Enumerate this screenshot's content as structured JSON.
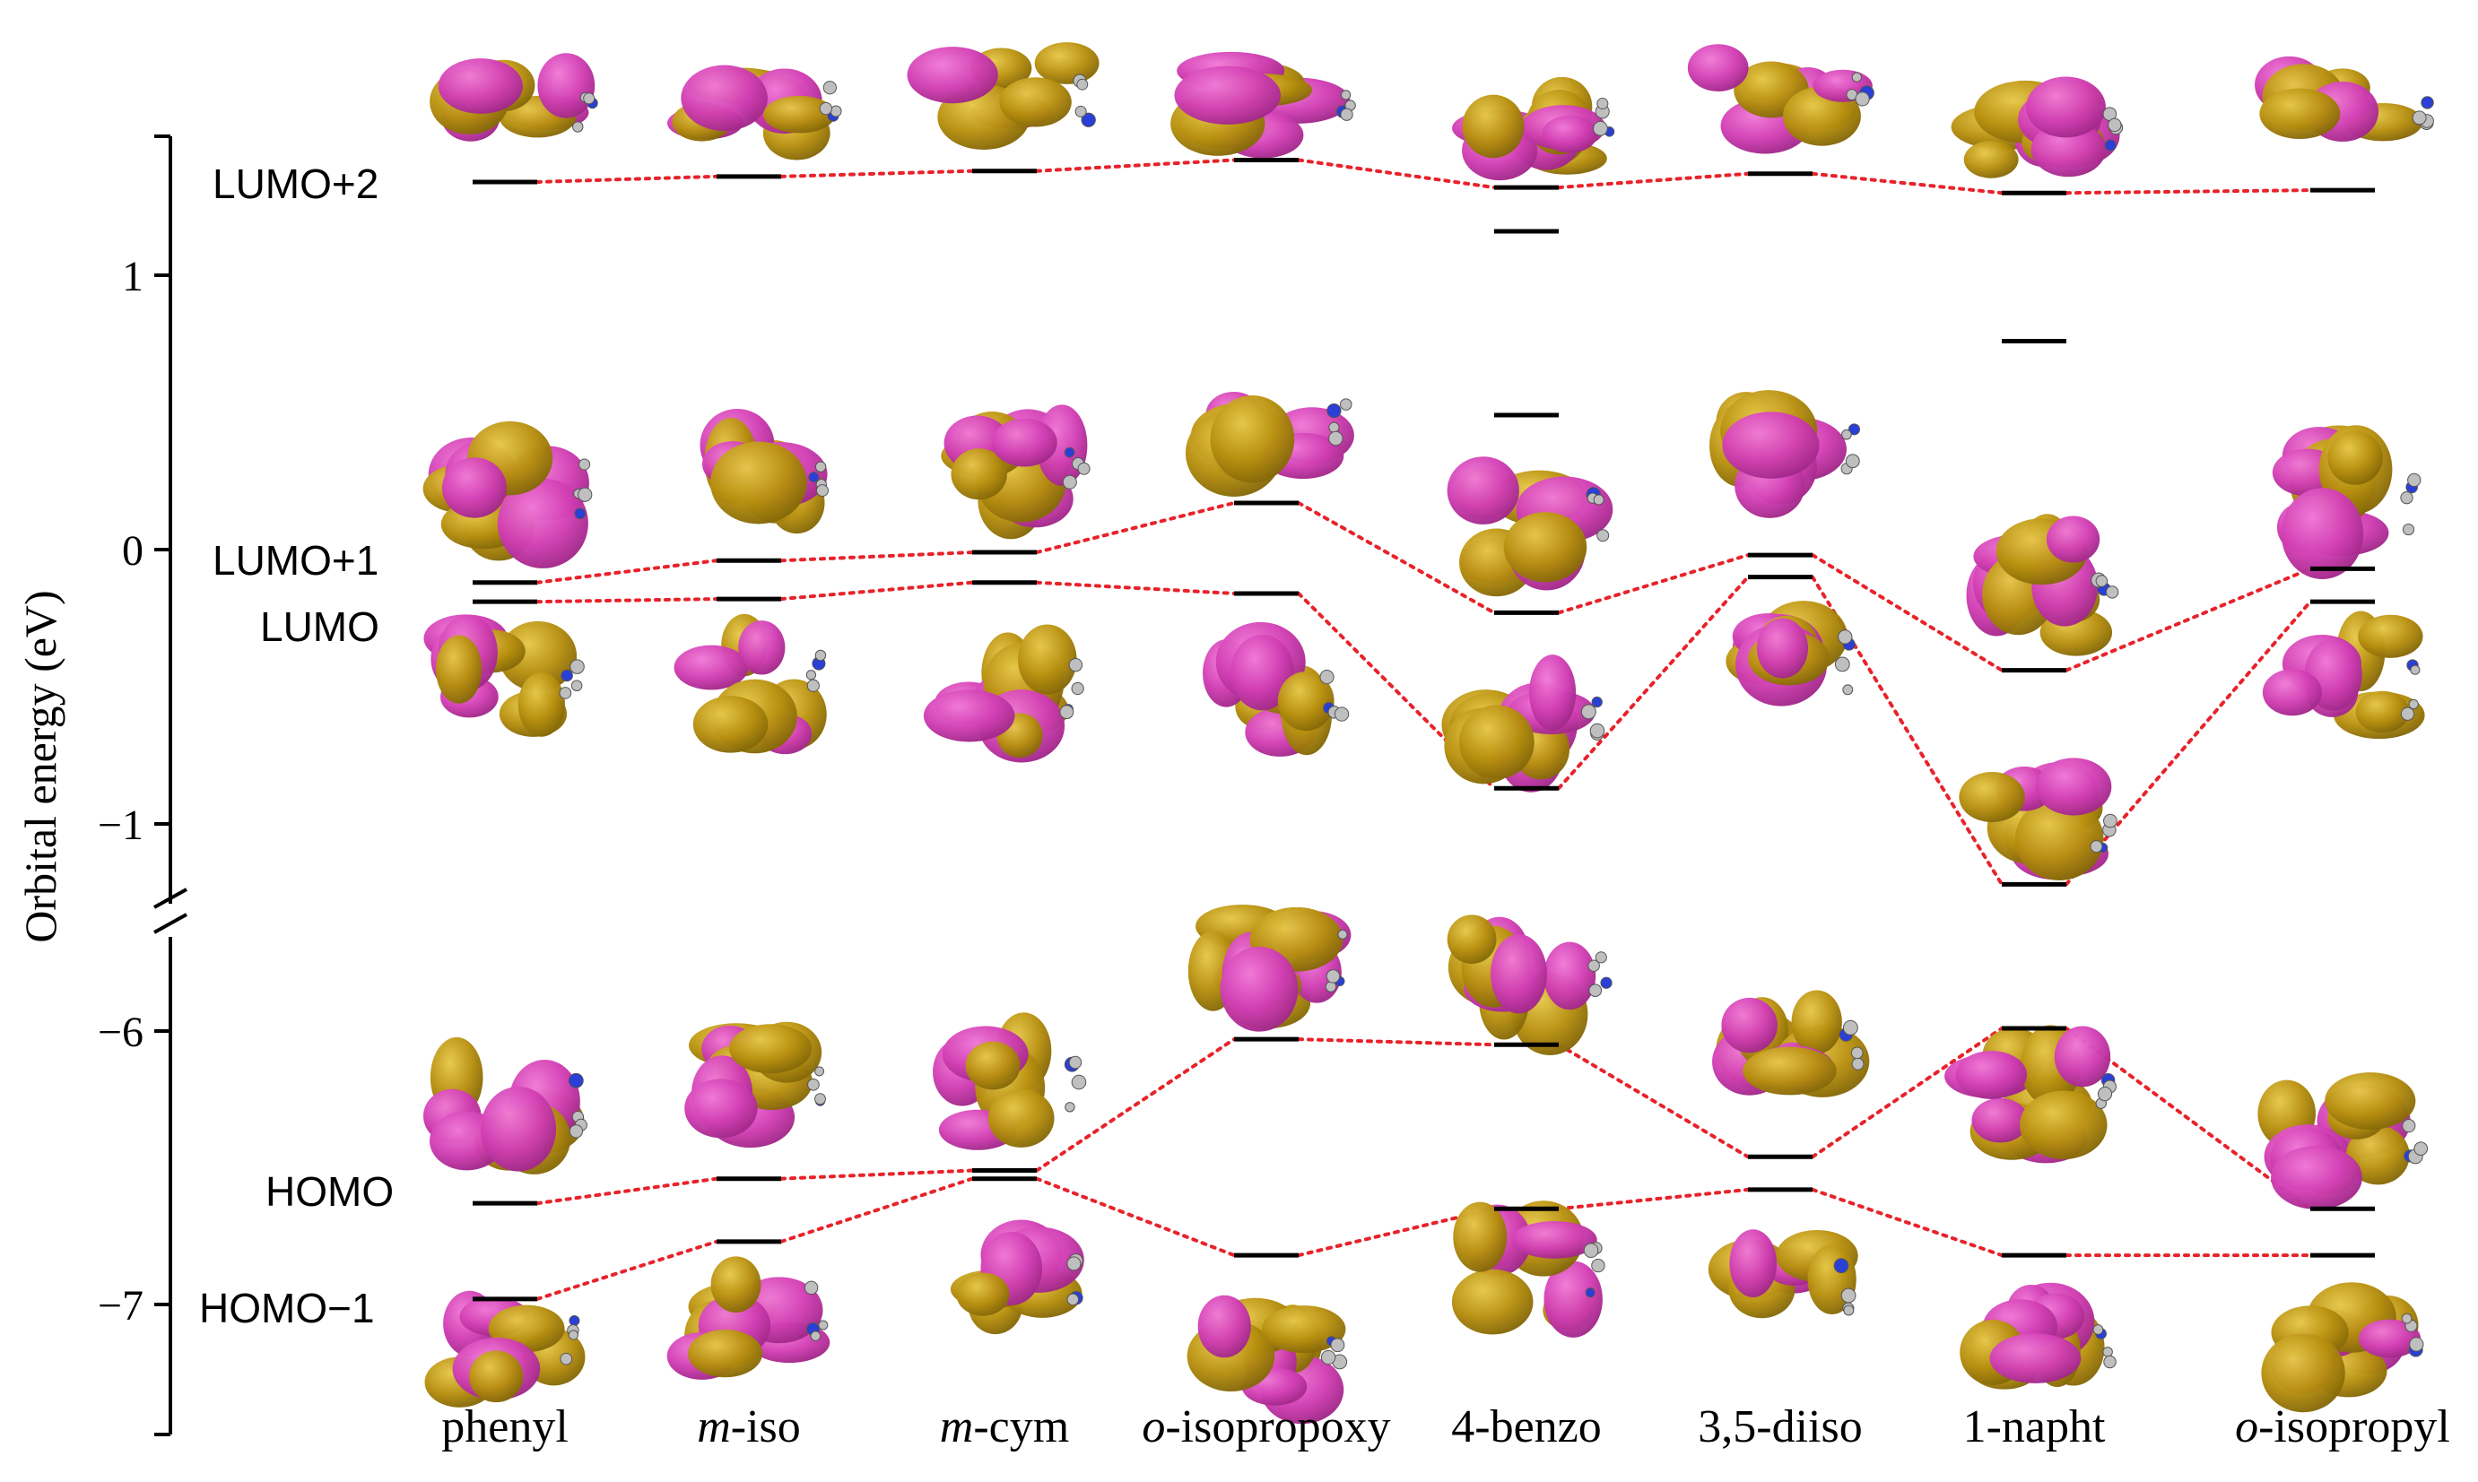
{
  "figure": {
    "y_axis_label": "Orbital energy (eV)",
    "y_ticks_upper": [
      "1",
      "0",
      "−1"
    ],
    "y_ticks_lower": [
      "−6",
      "−7"
    ],
    "orbital_labels": {
      "lumo2": "LUMO+2",
      "lumo1": "LUMO+1",
      "lumo": "LUMO",
      "homo": "HOMO",
      "homo1": "HOMO−1"
    },
    "compounds": [
      {
        "prefix": "",
        "name": "phenyl"
      },
      {
        "prefix": "m",
        "name": "-iso"
      },
      {
        "prefix": "m",
        "name": "-cym"
      },
      {
        "prefix": "o",
        "name": "-isopropoxy"
      },
      {
        "prefix": "",
        "name": "4-benzo"
      },
      {
        "prefix": "",
        "name": "3,5-diiso"
      },
      {
        "prefix": "",
        "name": "1-napht"
      },
      {
        "prefix": "o",
        "name": "-isopropyl"
      }
    ]
  },
  "colors": {
    "lobe_gold": "#b8900f",
    "lobe_magenta": "#d23fb4",
    "connector": "#e8222a",
    "level": "#000000"
  },
  "chart_data": {
    "type": "energy-level diagram",
    "y_unit": "eV",
    "axis_break": "between −1 and −6",
    "upper_range": [
      -1.2,
      1.5
    ],
    "lower_range": [
      -7.45,
      -5.85
    ],
    "series": [
      {
        "name": "phenyl",
        "homo1": -6.98,
        "homo": -6.63,
        "extra": [],
        "lumo": -0.19,
        "lumo1": -0.12,
        "lumo2": 1.34
      },
      {
        "name": "m-iso",
        "homo1": -6.77,
        "homo": -6.54,
        "extra": [],
        "lumo": -0.18,
        "lumo1": -0.04,
        "lumo2": 1.36
      },
      {
        "name": "m-cym",
        "homo1": -6.54,
        "homo": -6.51,
        "extra": [],
        "lumo": -0.12,
        "lumo1": -0.01,
        "lumo2": 1.38
      },
      {
        "name": "o-isopropoxy",
        "homo1": -6.82,
        "homo": -6.03,
        "extra": [],
        "lumo": -0.16,
        "lumo1": 0.17,
        "lumo2": 1.42
      },
      {
        "name": "4-benzo",
        "homo1": -6.65,
        "homo": -6.05,
        "extra": [
          1.16,
          0.49
        ],
        "lumo": -0.87,
        "lumo1": -0.23,
        "lumo2": 1.32
      },
      {
        "name": "3,5-diiso",
        "homo1": -6.58,
        "homo": -6.46,
        "extra": [],
        "lumo": -0.1,
        "lumo1": -0.02,
        "lumo2": 1.37
      },
      {
        "name": "1-napht",
        "homo1": -6.82,
        "homo": -5.99,
        "extra": [
          0.76
        ],
        "lumo": -1.22,
        "lumo1": -0.44,
        "lumo2": 1.3
      },
      {
        "name": "o-isopropyl",
        "homo1": -6.82,
        "homo": -6.65,
        "extra": [],
        "lumo": -0.19,
        "lumo1": -0.07,
        "lumo2": 1.31
      }
    ]
  }
}
